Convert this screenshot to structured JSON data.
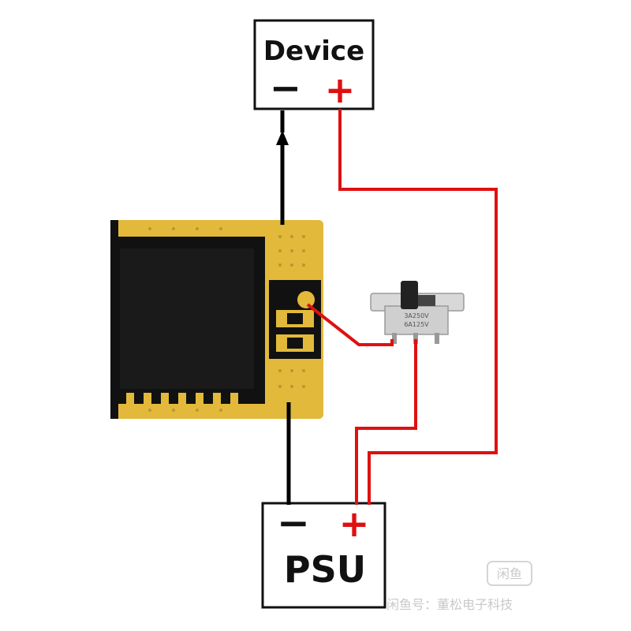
{
  "device": {
    "label": "Device",
    "minus": "−",
    "plus": "+"
  },
  "psu": {
    "label": "PSU",
    "minus": "−",
    "plus": "+"
  },
  "switch": {
    "rating_line1": "3A250V",
    "rating_line2": "6A125V"
  },
  "watermark": {
    "badge": "闲鱼",
    "text": "闲鱼号：董松电子科技"
  },
  "colors": {
    "negative_wire": "#000000",
    "positive_wire": "#e01010",
    "pcb_gold": "#e2b93a",
    "display": "#0d0d0d"
  }
}
